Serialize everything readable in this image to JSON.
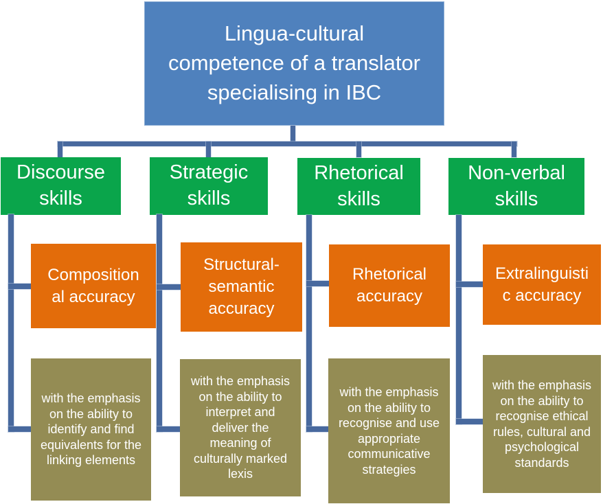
{
  "root": {
    "title": "Lingua-cultural\ncompetence of a translator\nspecialising in IBC"
  },
  "branches": [
    {
      "skill": "Discourse\nskills",
      "accuracy": "Composition\nal accuracy",
      "emphasis": "with the emphasis\non the ability to\nidentify and find\nequivalents for the\nlinking elements"
    },
    {
      "skill": "Strategic\nskills",
      "accuracy": "Structural-\nsemantic\naccuracy",
      "emphasis": "with the emphasis\non the ability to\ninterpret and\ndeliver the\nmeaning of\nculturally marked\nlexis"
    },
    {
      "skill": "Rhetorical\nskills",
      "accuracy": "Rhetorical\naccuracy",
      "emphasis": "with the emphasis\non the ability to\nrecognise and use\nappropriate\ncommunicative\nstrategies"
    },
    {
      "skill": "Non-verbal\nskills",
      "accuracy": "Extralinguisti\nc accuracy",
      "emphasis": "with the emphasis\non the ability to\nrecognise ethical\nrules, cultural and\npsychological\nstandards"
    }
  ],
  "colors": {
    "root": "#4f81bd",
    "skill": "#0aa54b",
    "accuracy": "#e36c0a",
    "emphasis": "#948c54",
    "connector": "#48699e"
  }
}
